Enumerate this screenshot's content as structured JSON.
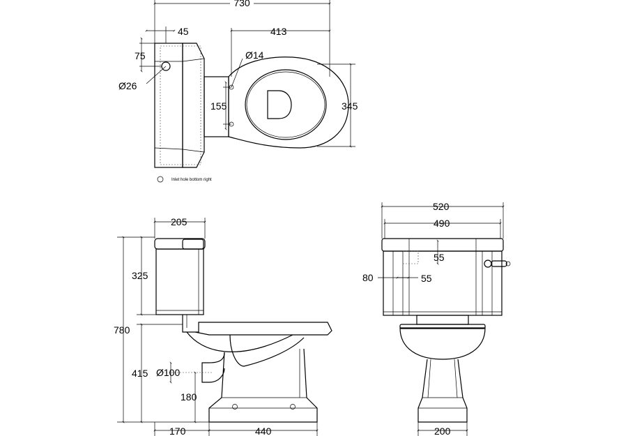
{
  "dimensions": {
    "top_width": "730",
    "top_inlet_offset": "45",
    "top_inlet_height": "75",
    "top_inlet_diameter": "Ø26",
    "top_bowl_length": "413",
    "top_fix_hole": "Ø14",
    "top_fix_spacing": "155",
    "top_bowl_width": "345",
    "side_cistern_depth": "205",
    "side_cistern_height": "325",
    "side_total_height": "780",
    "side_pan_height": "415",
    "side_outlet_diameter": "Ø100",
    "side_outlet_height": "180",
    "side_outlet_setback": "170",
    "side_pan_length": "440",
    "front_cistern_width": "520",
    "front_cistern_inner": "490",
    "front_inlet_drop": "55",
    "front_inlet_side": "80",
    "front_inlet_offset": "55",
    "front_pedestal_width": "200"
  },
  "note": "Inlet hole bottom right"
}
